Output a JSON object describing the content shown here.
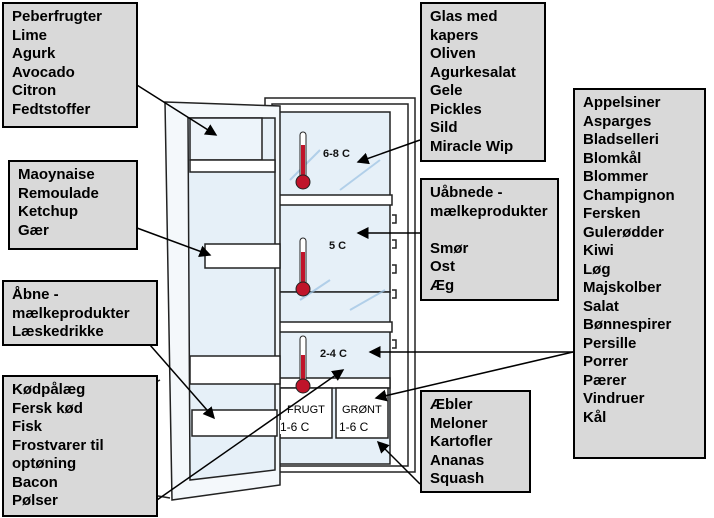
{
  "boxes": {
    "door_top": [
      "Peberfrugter",
      "Lime",
      "Agurk",
      "Avocado",
      "Citron",
      "Fedtstoffer"
    ],
    "door_mid": [
      "Maoynaise",
      "Remoulade",
      "Ketchup",
      "Gær"
    ],
    "door_low": [
      "Åbne -",
      "mælkeprodukter",
      "Læskedrikke"
    ],
    "door_bottom": [
      "Kødpålæg",
      "Fersk kød",
      "Fisk",
      "Frostvarer til",
      "optøning",
      "Bacon",
      "Pølser"
    ],
    "shelf_top": [
      "Glas med",
      "kapers",
      "Oliven",
      "Agurkesalat",
      "Gele",
      "Pickles",
      "Sild",
      "Miracle Wip"
    ],
    "shelf_mid": [
      "Uåbnede -",
      "mælkeprodukter",
      "",
      "Smør",
      "Ost",
      "Æg"
    ],
    "vegetables": [
      "Appelsiner",
      "Asparges",
      "Bladselleri",
      "Blomkål",
      "Blommer",
      "Champignon",
      "Fersken",
      "Gulerødder",
      "Kiwi",
      "Løg",
      "Majskolber",
      "Salat",
      "Bønnespirer",
      "Persille",
      "Porrer",
      "Pærer",
      "Vindruer",
      "Kål"
    ],
    "drawer_box": [
      "Æbler",
      "Meloner",
      "Kartofler",
      "Ananas",
      "Squash"
    ]
  },
  "fridge": {
    "temp_top": "6-8 C",
    "temp_mid": "5 C",
    "temp_low": "2-4 C",
    "drawer_left_label": "FRUGT",
    "drawer_left_temp": "1-6 C",
    "drawer_right_label": "GRØNT",
    "drawer_right_temp": "1-6 C"
  },
  "colors": {
    "box_bg": "#d9d9d9",
    "thermometer": "#c0142a",
    "glass": "#bcd6ec"
  }
}
